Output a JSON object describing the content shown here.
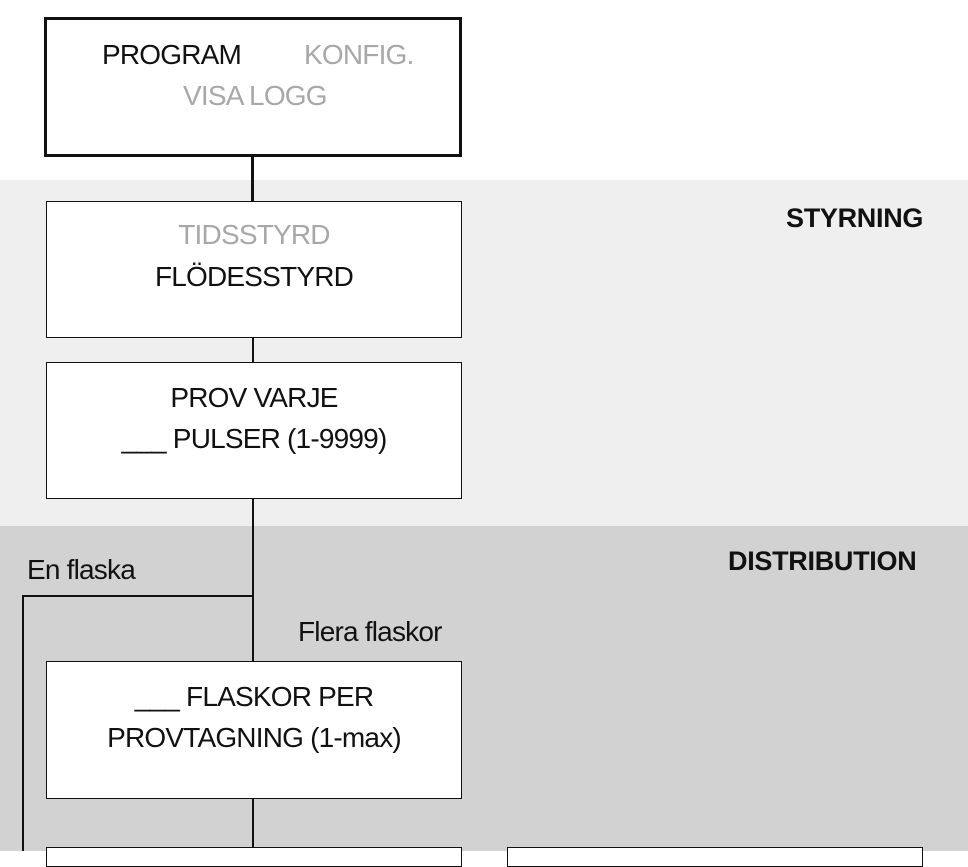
{
  "main_menu": {
    "program": "PROGRAM",
    "konfig": "KONFIG.",
    "visa_logg": "VISA LOGG"
  },
  "sections": {
    "styrning": "STYRNING",
    "distribution": "DISTRIBUTION"
  },
  "styrning_box": {
    "tidsstyrd": "TIDSSTYRD",
    "flodesstyrd": "FLÖDESSTYRD"
  },
  "prov_box": {
    "line1": "PROV VARJE",
    "line2": "___ PULSER (1-9999)"
  },
  "branches": {
    "en_flaska": "En flaska",
    "flera_flaskor": "Flera flaskor"
  },
  "flaskor_box": {
    "line1": "___ FLASKOR PER",
    "line2": "PROVTAGNING (1-max)"
  },
  "colors": {
    "text": "#111111",
    "inactive": "#a8a8a8",
    "band_styrning": "#efefef",
    "band_distribution": "#d2d2d2"
  }
}
